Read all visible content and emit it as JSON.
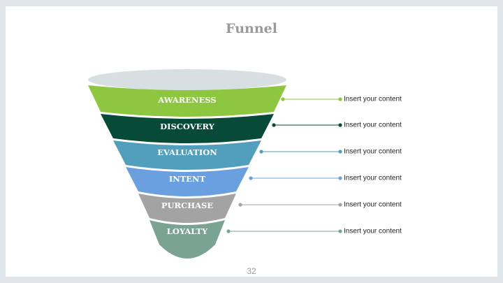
{
  "slide": {
    "title": "Funnel",
    "page_number": "32"
  },
  "funnel": {
    "stages": [
      {
        "label": "AWARENESS",
        "color": "#8dc63f",
        "content": "Insert your content"
      },
      {
        "label": "DISCOVERY",
        "color": "#064a37",
        "content": "Insert your content"
      },
      {
        "label": "EVALUATION",
        "color": "#529fbd",
        "content": "Insert your content"
      },
      {
        "label": "INTENT",
        "color": "#6aa0e0",
        "content": "Insert your content"
      },
      {
        "label": "PURCHASE",
        "color": "#a3a3a3",
        "content": "Insert your content"
      },
      {
        "label": "LOYALTY",
        "color": "#7aa394",
        "content": "Insert your content"
      }
    ],
    "rim_color": "#d8dfe3"
  }
}
